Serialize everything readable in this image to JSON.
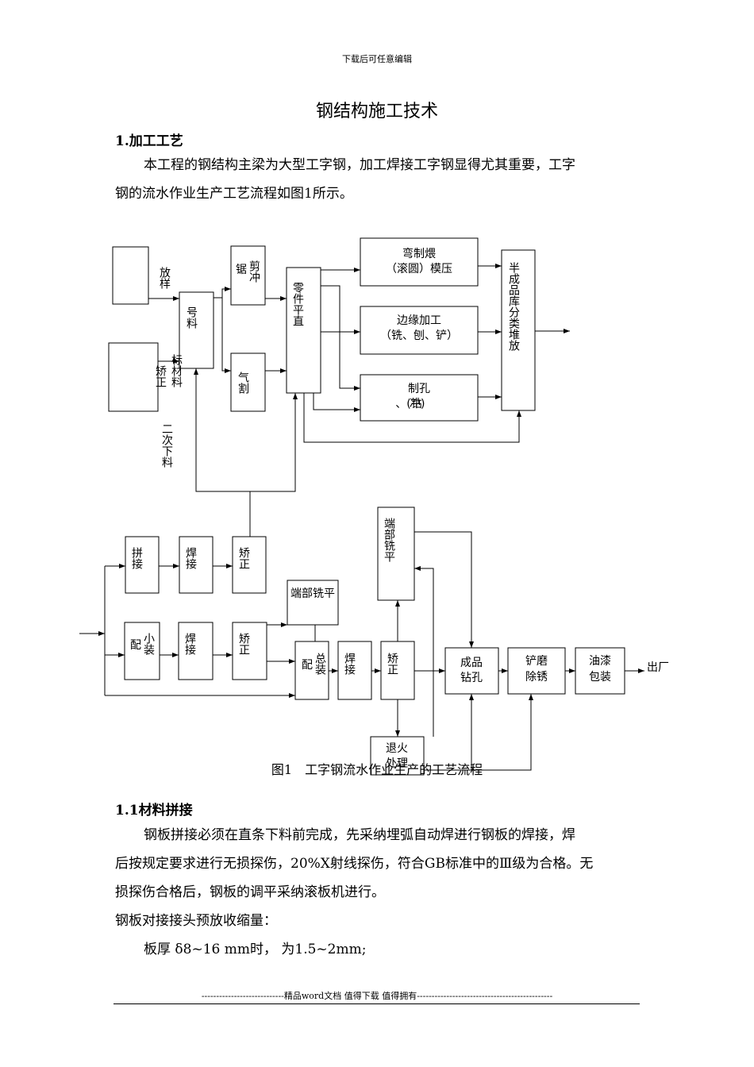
{
  "header": {
    "note": "下载后可任意编辑"
  },
  "title": "钢结构施工技术",
  "section1": {
    "heading": "1.加工工艺",
    "paragraph": [
      "本工程的钢结构主梁为大型工字钢，加工焊接工字钢显得尤其重要，工字",
      "钢的流水作业生产工艺流程如图1所示。"
    ]
  },
  "diagram": {
    "fangyang": "放样",
    "jiaozheng": "矫正",
    "haoliao": "号料",
    "biaocailiao": "标材料",
    "ju": "锯",
    "jianchong": "剪冲",
    "qige": "气割",
    "lingjian": "零件平直",
    "wanzhi_1": "弯制煨",
    "wanzhi_2": "（滚圆）模压",
    "bianyuan_1": "边缘加工",
    "bianyuan_2": "（铣、刨、铲）",
    "zhikong_1": "制孔",
    "zhikong_2": "、(钻",
    "zhikong_3": "冲)",
    "banchengpin": "半成品库分类堆放",
    "erci": "二次下料",
    "pinjie": "拼接",
    "hanjie_a": "焊接",
    "jiaozheng_a": "矫正",
    "pei_b": "配",
    "xiaozhuang": "小装",
    "hanjie_b": "焊接",
    "jiaozheng_b": "矫正",
    "duanbu_xiping": "端部铣平",
    "pei_c": "配",
    "zongzhuang": "总装",
    "hanjie_c": "焊接",
    "jiaozheng_c": "矫正",
    "duanbu_v": "端部铣平",
    "tuihuo": "退火",
    "chuli": "处理",
    "chengpin_1": "成品",
    "chengpin_2": "钻孔",
    "chanmo_1": "铲磨",
    "chanmo_2": "除锈",
    "youqi_1": "油漆",
    "youqi_2": "包装",
    "chuchang": "出厂"
  },
  "figure_caption": "图1　工字钢流水作业生产的工艺流程",
  "section11": {
    "heading": "1.1材料拼接",
    "paragraph": [
      "钢板拼接必须在直条下料前完成，先采纳埋弧自动焊进行钢板的焊接，焊",
      "后按规定要求进行无损探伤，20%X射线探伤，符合GB标准中的Ⅲ级为合格。无",
      "损探伤合格后，钢板的调平采纳滚板机进行。"
    ],
    "line2": "钢板对接接头预放收缩量：",
    "line3": "板厚 δ8~16 mm时，  为1.5~2mm;"
  },
  "footer": {
    "text": "----------------------------精品word文档 值得下载 值得拥有----------------------------------------------"
  }
}
